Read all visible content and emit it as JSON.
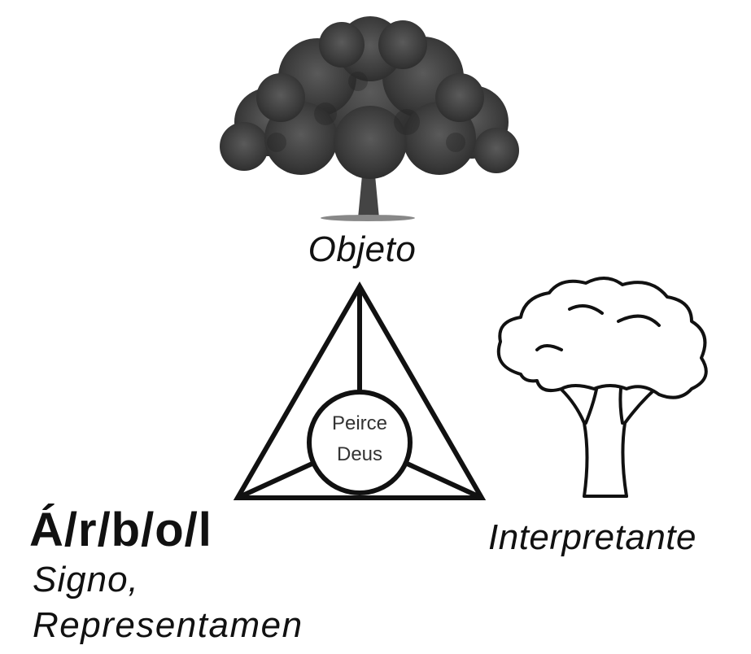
{
  "labels": {
    "objeto": "Objeto",
    "arbol": "Á/r/b/o/l",
    "signo": "Signo,",
    "representamen": "Representamen",
    "interpretante": "Interpretante"
  },
  "center": {
    "line1": "Peirce",
    "line2": "Deus"
  },
  "icons": {
    "object_tree": "photo-tree-icon",
    "interpretant_tree": "line-drawing-tree-icon"
  },
  "colors": {
    "background": "#ffffff",
    "ink": "#111111",
    "tree_foliage": "#3a3a3a"
  }
}
